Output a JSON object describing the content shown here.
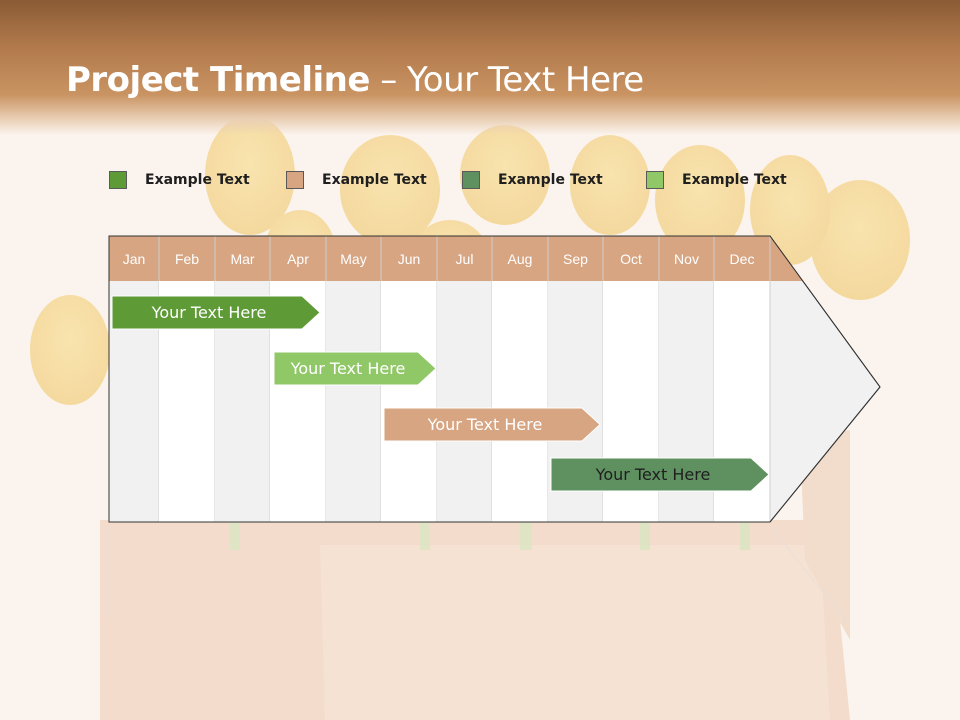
{
  "slide": {
    "title_bold": "Project Timeline",
    "title_rest": " – Your Text Here"
  },
  "legend": [
    {
      "label": "Example Text",
      "color": "#5e9a36"
    },
    {
      "label": "Example Text",
      "color": "#d7a582"
    },
    {
      "label": "Example Text",
      "color": "#5e9060"
    },
    {
      "label": "Example Text",
      "color": "#90c868"
    }
  ],
  "timeline": {
    "months": [
      "Jan",
      "Feb",
      "Mar",
      "Apr",
      "May",
      "Jun",
      "Jul",
      "Aug",
      "Sep",
      "Oct",
      "Nov",
      "Dec"
    ],
    "bars": [
      {
        "label": "Your  Text Here",
        "color": "#5e9a36",
        "start": "Jan",
        "end": "Apr"
      },
      {
        "label": "Your  Text Here",
        "color": "#90c868",
        "start": "Apr",
        "end": "Jun"
      },
      {
        "label": "Your  Text Here",
        "color": "#d7a582",
        "start": "Jun",
        "end": "Sep"
      },
      {
        "label": "Your  Text Here",
        "color": "#5e9060",
        "start": "Sep",
        "end": "Dec"
      }
    ],
    "header_color": "#d7a582"
  }
}
